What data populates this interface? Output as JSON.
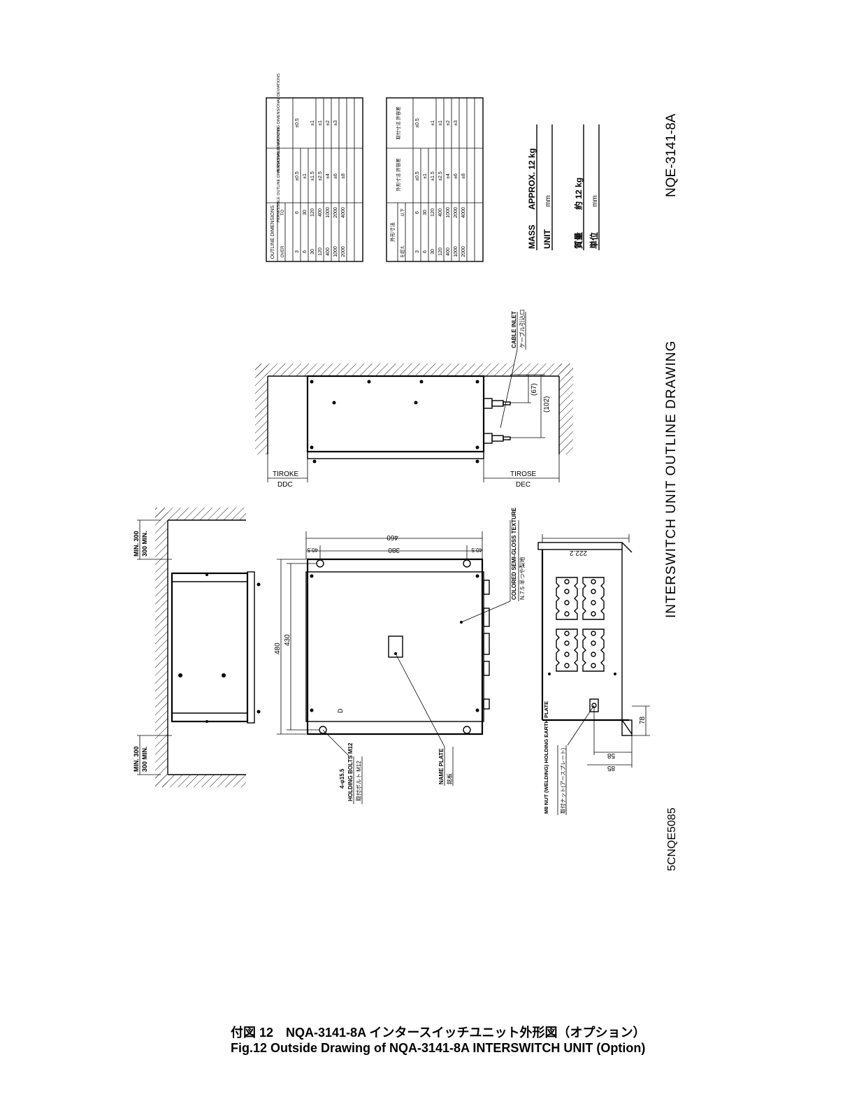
{
  "drawing": {
    "drawing_number": "NQE-3141-8A",
    "drawing_title": "INTERSWITCH UNIT OUTLINE DRAWING",
    "sheet_code": "5CNQE5085",
    "mass_label": "MASS",
    "mass_value": "APPROX. 12 kg",
    "unit_label": "UNIT",
    "unit_value": "mm",
    "mass_label_jp": "質量",
    "mass_value_jp": "約 12 kg",
    "unit_label_jp": "単位",
    "unit_value_jp": "mm"
  },
  "table_en": {
    "header_outline": "OUTLINE DIMENSIONS",
    "header_over": "OVER",
    "header_to": "TO",
    "header_outline_dev": "PERMISSIBLE OUTLINE DIMENSIONAL DEVIATIONS",
    "header_mounting_dev": "PERMISSIBLE MOUNTING DIMENSIONAL DEVIATIONS",
    "rows": [
      {
        "over": "3",
        "to": "6",
        "outline": "±0.5",
        "mounting": "±0.5"
      },
      {
        "over": "6",
        "to": "30",
        "outline": "±1",
        "mounting": ""
      },
      {
        "over": "30",
        "to": "120",
        "outline": "±1.5",
        "mounting": "±1"
      },
      {
        "over": "120",
        "to": "400",
        "outline": "±2.5",
        "mounting": "±1"
      },
      {
        "over": "400",
        "to": "1000",
        "outline": "±4",
        "mounting": "±2"
      },
      {
        "over": "1000",
        "to": "2000",
        "outline": "±6",
        "mounting": "±3"
      },
      {
        "over": "2000",
        "to": "4000",
        "outline": "±8",
        "mounting": ""
      }
    ]
  },
  "table_jp": {
    "header_outline": "外形寸法",
    "header_over": "を超え",
    "header_to": "以下",
    "header_outline_dev": "外形寸法 許容差",
    "header_mounting_dev": "取付寸法 許容差",
    "rows": [
      {
        "over": "3",
        "to": "6",
        "outline": "±0.5",
        "mounting": "±0.5"
      },
      {
        "over": "6",
        "to": "30",
        "outline": "±1",
        "mounting": ""
      },
      {
        "over": "30",
        "to": "120",
        "outline": "±1.5",
        "mounting": "±1"
      },
      {
        "over": "120",
        "to": "400",
        "outline": "±2.5",
        "mounting": "±1"
      },
      {
        "over": "400",
        "to": "1000",
        "outline": "±4",
        "mounting": "±2"
      },
      {
        "over": "1000",
        "to": "2000",
        "outline": "±6",
        "mounting": "±3"
      },
      {
        "over": "2000",
        "to": "4000",
        "outline": "±8",
        "mounting": ""
      }
    ]
  },
  "annotations": {
    "cable_inlet": "CABLE INLET",
    "cable_inlet_jp": "ケーブル引込口",
    "dim_67": "(67)",
    "dim_102": "(102)",
    "top_space_label": "TIROKE",
    "top_space_value": "DDC",
    "bot_space_label": "TIROSE",
    "bot_space_value": "DEC",
    "dim_460": "460",
    "dim_380": "380",
    "dim_40_left": "40.5",
    "dim_40_right": "40.5",
    "dim_480": "480",
    "dim_430": "430",
    "coating": "COLORED SEMI-GLOSS TEXTURE",
    "coating_jp": "N.7.5 半つや梨地",
    "name_plate": "NAME PLATE",
    "name_plate_jp": "銘板",
    "holding_bolts_count": "4-φ15.5",
    "holding_bolts": "HOLDING BOLTS M12",
    "holding_bolts_jp": "取付ボルト M12",
    "earth_nut": "M8 NUT (WELDING) HOLDING EARTH PLATE",
    "earth_nut_jp": "取付ナット(アースプレート)",
    "dim_222": "222.2",
    "dim_78": "78",
    "dim_58": "58",
    "dim_85": "85",
    "left_space_top_label": "MIN. 300",
    "left_space_top_value": "300 MIN.",
    "left_space_bot_label": "MIN. 300",
    "left_space_bot_value": "300 MIN."
  },
  "caption": {
    "line_jp": "付図 12　NQA-3141-8A インタースイッチユニット外形図（オプション）",
    "line_en": "Fig.12 Outside Drawing of NQA-3141-8A INTERSWITCH UNIT (Option)"
  }
}
